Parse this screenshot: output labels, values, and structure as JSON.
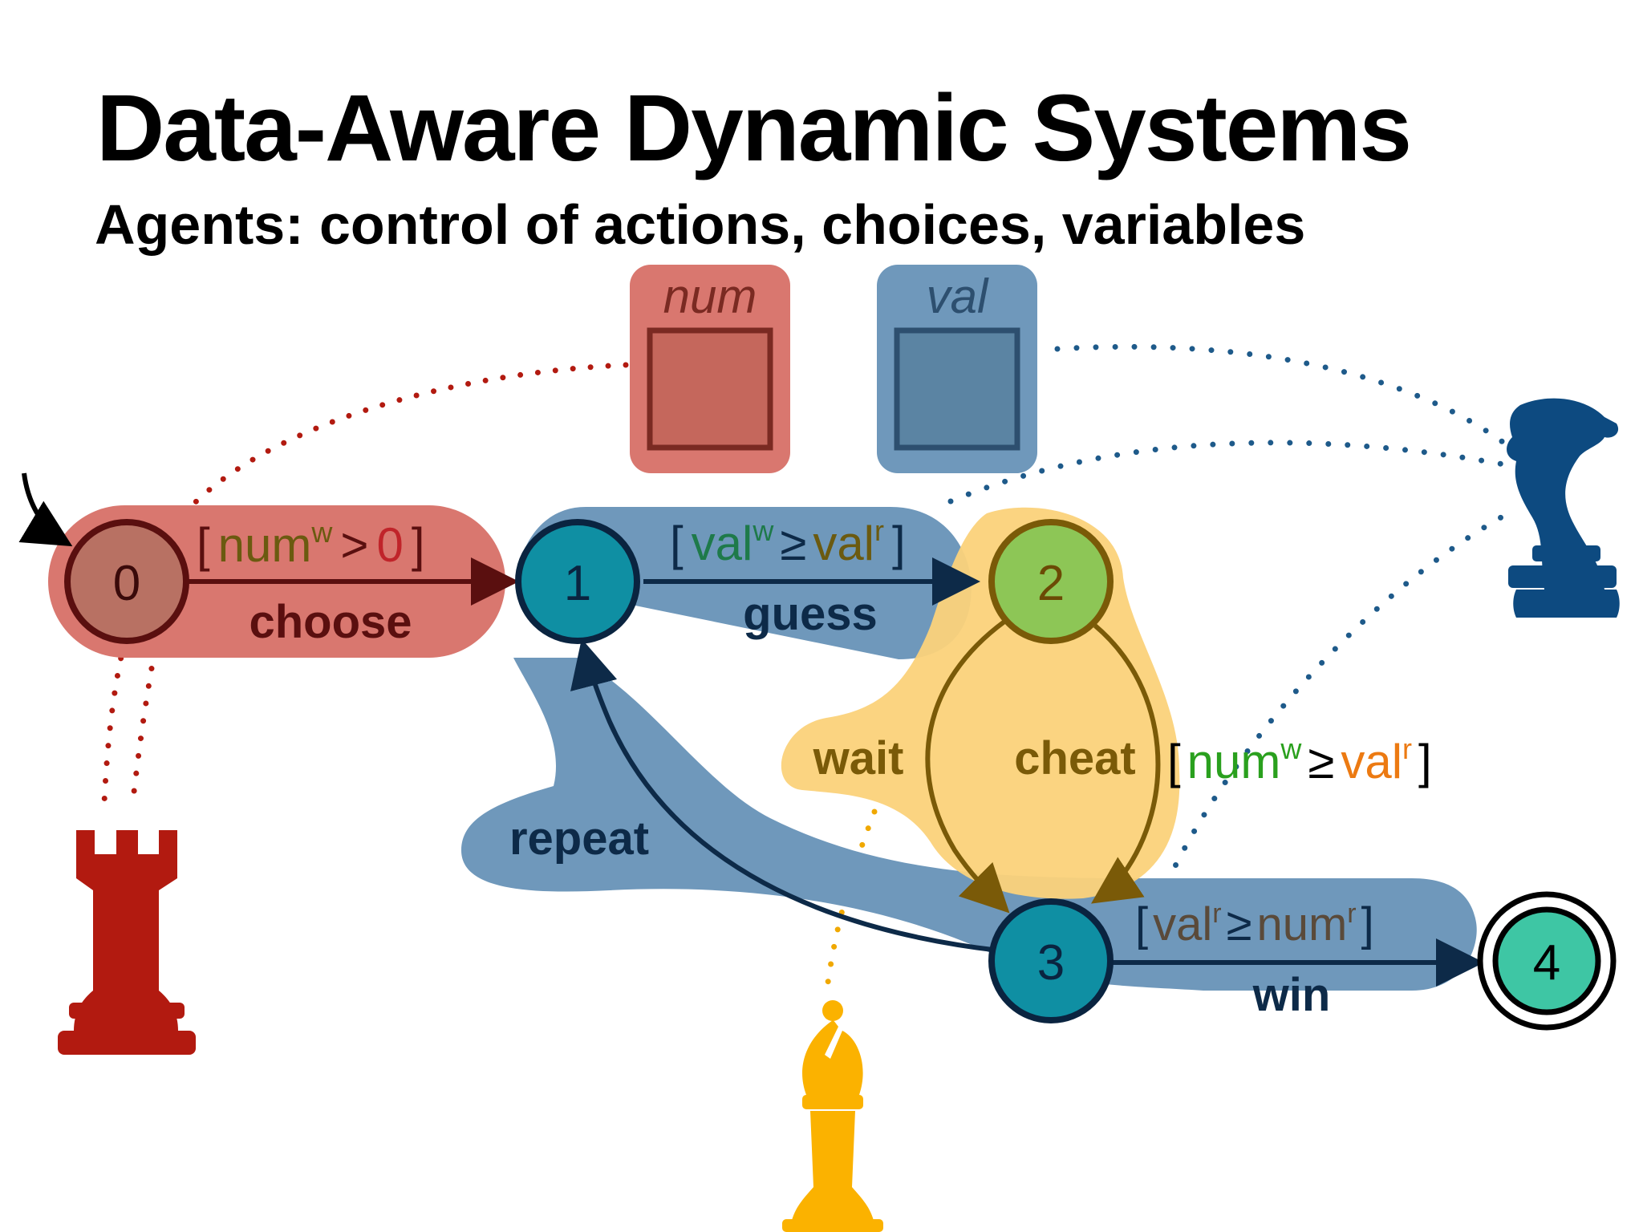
{
  "title": "Data-Aware Dynamic Systems",
  "subtitle": "Agents: control of actions, choices, variables",
  "colors": {
    "red": "#d9776f",
    "blue": "#6f98bb",
    "yellow": "#fbd27a",
    "teal": "#0f8fa3",
    "green": "#8dc656",
    "mint": "#3ec6a4",
    "rook": "#b21a10",
    "knight": "#0d4a80",
    "bishop": "#fbb200"
  },
  "variables": {
    "num": "num",
    "val": "val"
  },
  "states": {
    "s0": "0",
    "s1": "1",
    "s2": "2",
    "s3": "3",
    "s4": "4"
  },
  "labels": {
    "choose": "choose",
    "guess": "guess",
    "wait": "wait",
    "cheat": "cheat",
    "repeat": "repeat",
    "win": "win"
  },
  "guards": {
    "choose": {
      "open": "[",
      "a": "num",
      "a_sup": "w",
      "op": ">",
      "b": "0",
      "close": "]"
    },
    "guess": {
      "open": "[",
      "a": "val",
      "a_sup": "w",
      "op": "≥",
      "b": "val",
      "b_sup": "r",
      "close": "]"
    },
    "cheat": {
      "open": "[",
      "a": "num",
      "a_sup": "w",
      "op": "≥",
      "b": "val",
      "b_sup": "r",
      "close": "]"
    },
    "win": {
      "open": "[",
      "a": "val",
      "a_sup": "r",
      "op": "≥",
      "b": "num",
      "b_sup": "r",
      "close": "]"
    }
  },
  "agents": [
    "rook-icon",
    "knight-icon",
    "bishop-icon"
  ]
}
